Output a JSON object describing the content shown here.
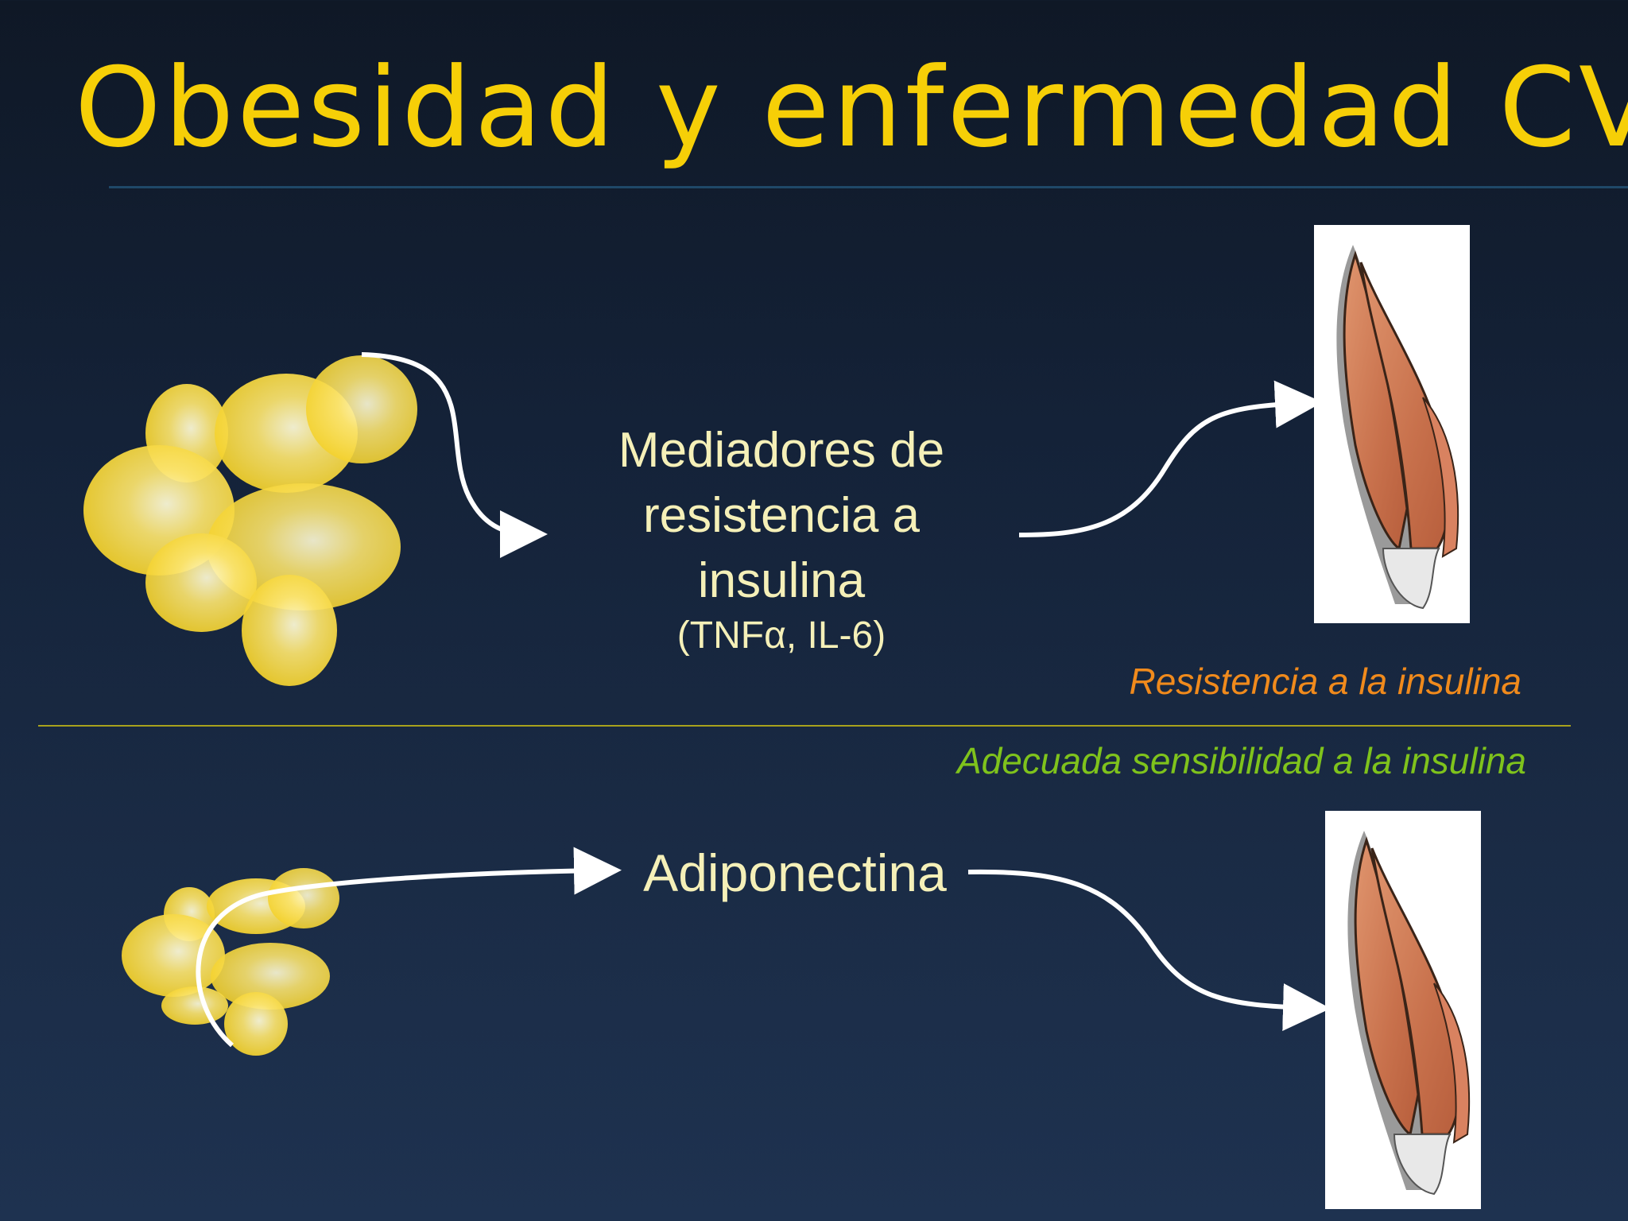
{
  "slide": {
    "title": "Obesidad y enfermedad CV"
  },
  "top_pathway": {
    "mediators_line1": "Mediadores de",
    "mediators_line2": "resistencia a",
    "mediators_line3": "insulina",
    "mediators_sub": "(TNFα, IL-6)",
    "status": "Resistencia a la insulina"
  },
  "bottom_pathway": {
    "mediator": "Adiponectina",
    "status": "Adecuada sensibilidad a la insulina"
  },
  "colors": {
    "title": "#f6cf07",
    "text": "#f5f0b8",
    "resistance": "#f08a1c",
    "sensitivity": "#7fc31c",
    "fat_cell": "#f7d84a",
    "arrow": "#ffffff"
  },
  "icons": {
    "fat_tissue": "adipose-tissue-icon",
    "muscle": "thigh-muscle-icon",
    "arrow": "curved-arrow-icon"
  }
}
